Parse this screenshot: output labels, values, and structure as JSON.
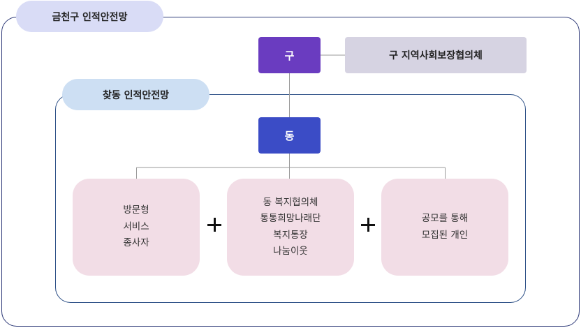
{
  "outer_label": "금천구 인적안전망",
  "inner_label": "찾동 인적안전망",
  "gu_node": "구",
  "council_node": "구 지역사회보장협의체",
  "dong_node": "동",
  "cards": [
    {
      "lines": [
        "방문형",
        "서비스",
        "종사자"
      ]
    },
    {
      "lines": [
        "동 복지협의체",
        "통통희망나래단",
        "복지통장",
        "나눔이웃"
      ]
    },
    {
      "lines": [
        "공모를 통해",
        "모집된 개인"
      ]
    }
  ],
  "colors": {
    "gu": "#6a3cc0",
    "dong": "#3b4cc6",
    "council": "#d6d3e2",
    "card": "#f2dde6",
    "outer_label": "#d9dcf6",
    "inner_label": "#cddff3",
    "frame": "#2e3a78"
  }
}
